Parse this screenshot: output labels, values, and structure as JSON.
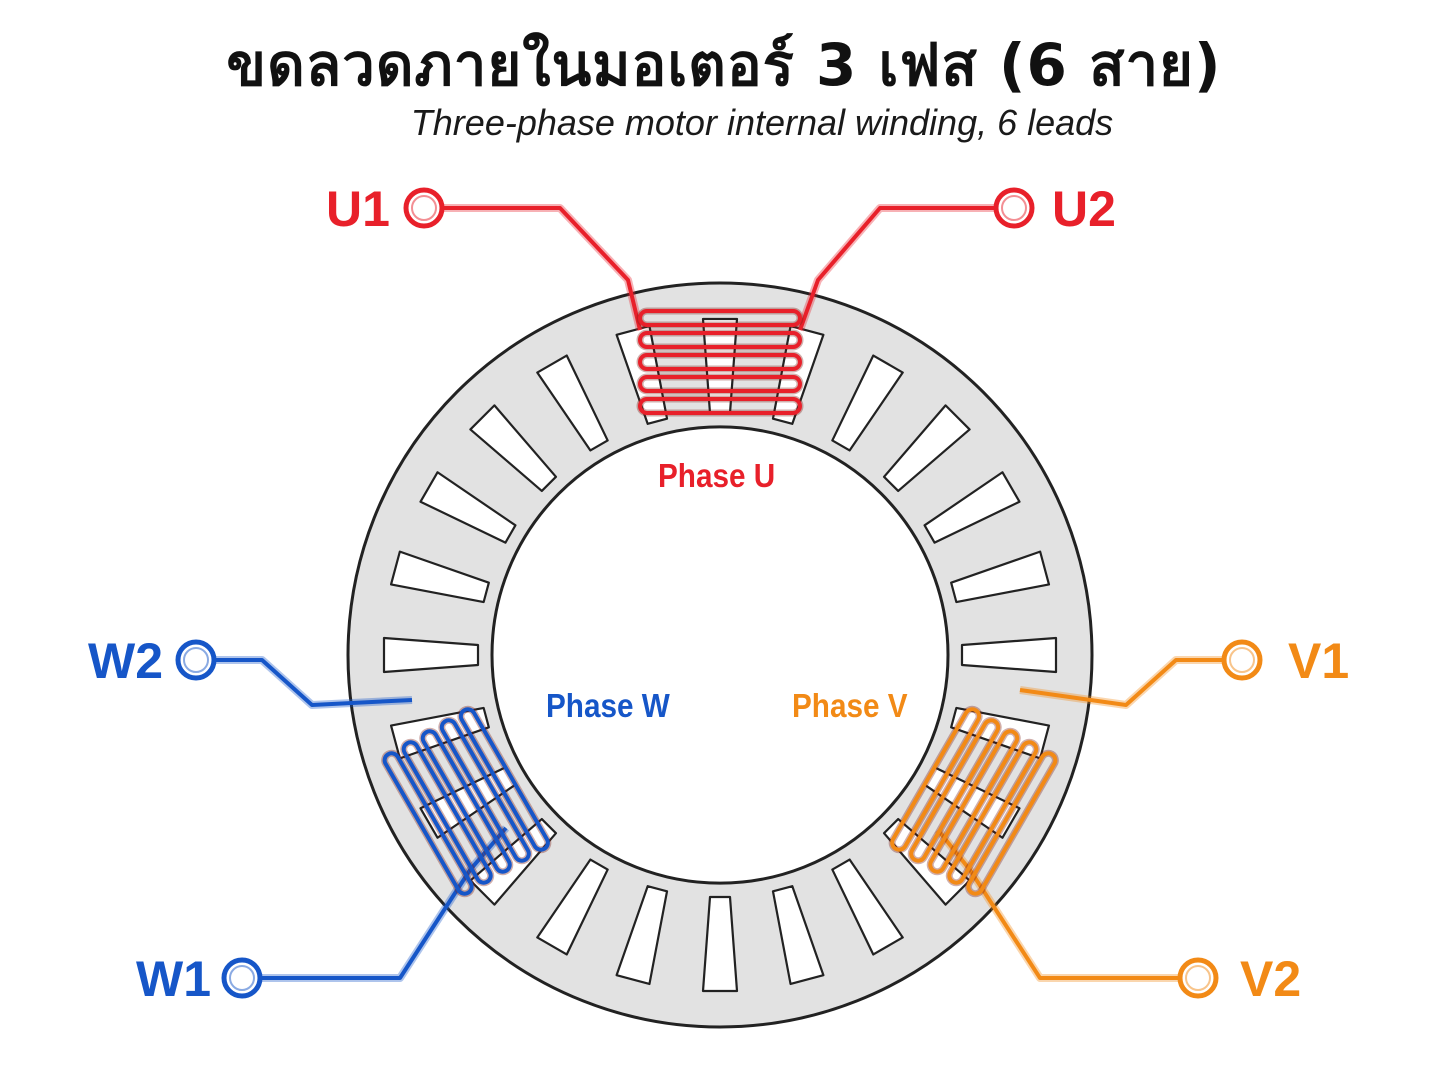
{
  "title": "ขดลวดภายในมอเตอร์ 3 เฟส (6 สาย)",
  "subtitle": "Three-phase motor internal winding, 6 leads",
  "colors": {
    "phase_u": "#e8202a",
    "phase_v": "#f28a16",
    "phase_w": "#1656c8",
    "stator": "#e2e2e2",
    "outline": "#222222"
  },
  "phases": {
    "u": {
      "label": "Phase U",
      "lead_start": "U1",
      "lead_end": "U2"
    },
    "v": {
      "label": "Phase V",
      "lead_start": "V1",
      "lead_end": "V2"
    },
    "w": {
      "label": "Phase W",
      "lead_start": "W1",
      "lead_end": "W2"
    }
  },
  "stator": {
    "slot_count": 24,
    "coil_turns": 5
  }
}
